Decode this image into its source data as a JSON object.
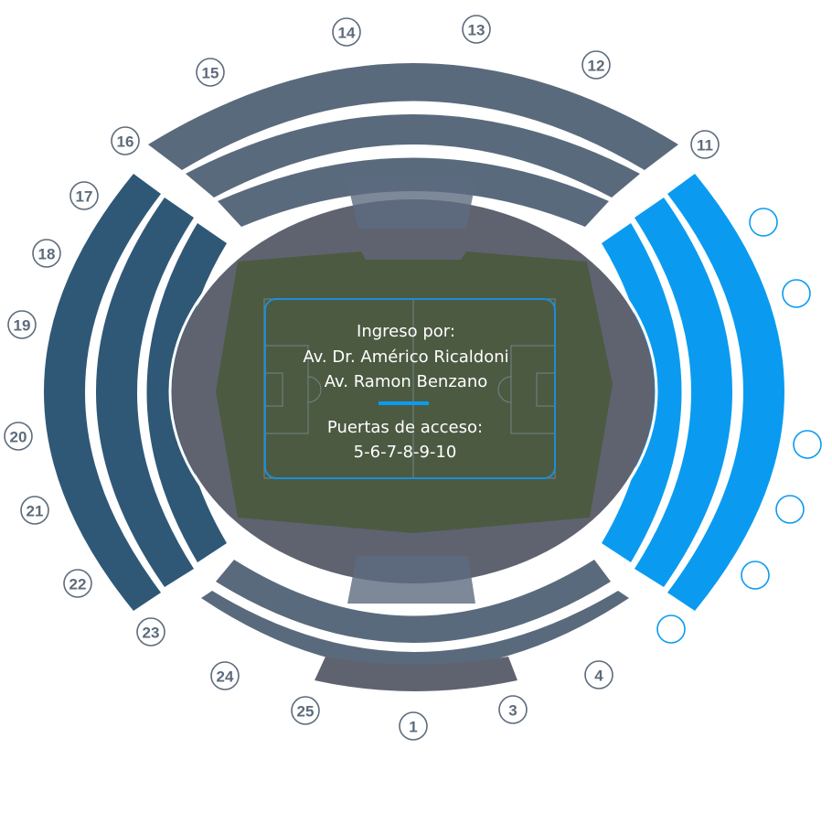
{
  "map": {
    "info": {
      "heading": "Ingreso por:",
      "street_1": "Av. Dr. Américo Ricaldoni",
      "street_2": "Av. Ramon Benzano",
      "gates_heading": "Puertas de acceso:",
      "gates_list": "5-6-7-8-9-10"
    },
    "colors": {
      "stand_gray": "#5a6a7d",
      "stand_navy": "#2f5877",
      "stand_highlight": "#0a9bf0",
      "bowl": "#5f6370",
      "pitch": "#4c5a42",
      "gate_stroke": "#5c6b7c",
      "gate_highlight_stroke": "#0a9bf0"
    },
    "gates": [
      {
        "number": "1"
      },
      {
        "number": "3"
      },
      {
        "number": "4"
      },
      {
        "number": ""
      },
      {
        "number": ""
      },
      {
        "number": ""
      },
      {
        "number": ""
      },
      {
        "number": ""
      },
      {
        "number": ""
      },
      {
        "number": "11"
      },
      {
        "number": "12"
      },
      {
        "number": "13"
      },
      {
        "number": "14"
      },
      {
        "number": "15"
      },
      {
        "number": "16"
      },
      {
        "number": "17"
      },
      {
        "number": "18"
      },
      {
        "number": "19"
      },
      {
        "number": "20"
      },
      {
        "number": "21"
      },
      {
        "number": "22"
      },
      {
        "number": "23"
      },
      {
        "number": "24"
      },
      {
        "number": "25"
      }
    ]
  }
}
